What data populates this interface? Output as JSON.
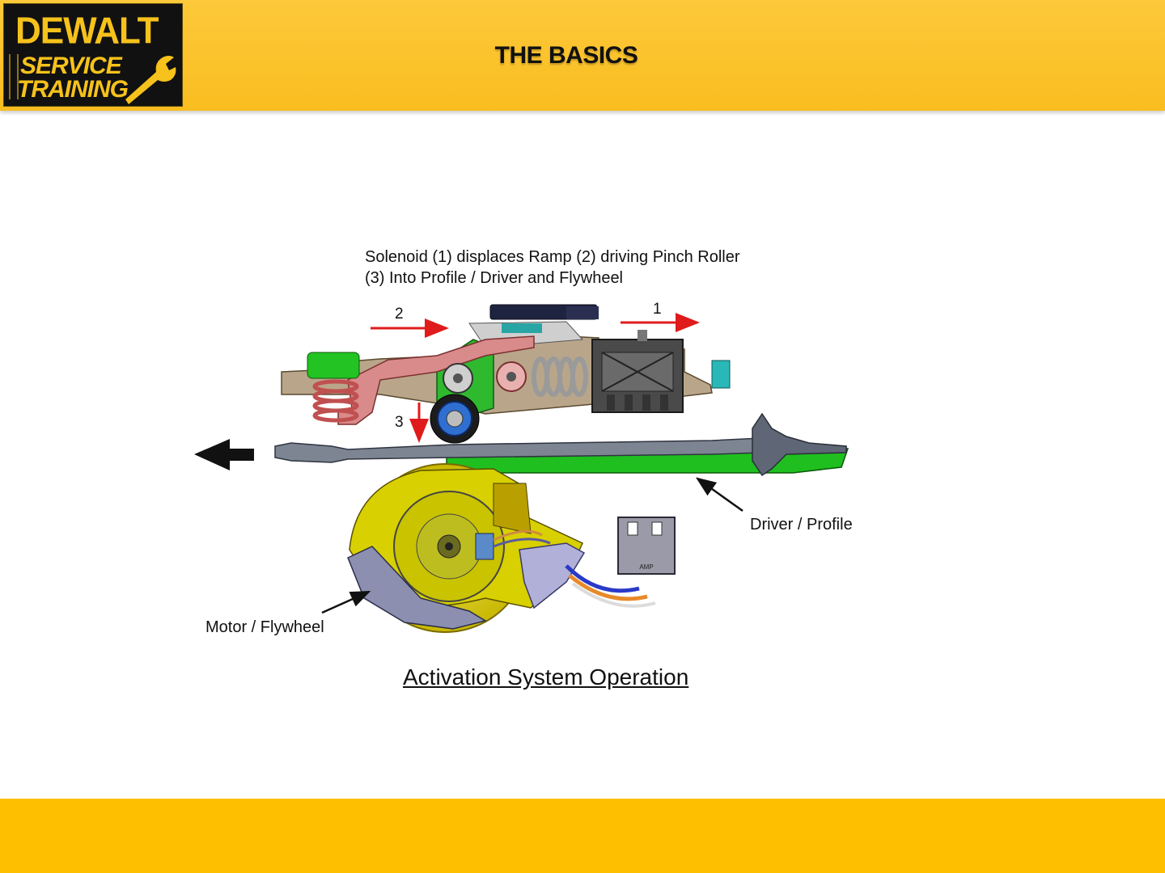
{
  "header": {
    "logo_brand": "DEWALT",
    "logo_line1": "SERVICE",
    "logo_line2": "TRAINING",
    "title": "THE BASICS"
  },
  "caption": {
    "line1": "Solenoid (1) displaces Ramp (2) driving Pinch Roller",
    "line2": "(3) Into Profile / Driver and Flywheel"
  },
  "markers": {
    "one": "1",
    "two": "2",
    "three": "3"
  },
  "labels": {
    "driver_profile": "Driver / Profile",
    "motor_flywheel": "Motor / Flywheel",
    "connector_mark": "AMP"
  },
  "diagram_title": "Activation System Operation",
  "colors": {
    "header_yellow": "#f9bd1f",
    "footer_yellow": "#fdbf00",
    "arrow_red": "#e01b1b",
    "flywheel_yellow": "#d4cc00",
    "profile_green": "#1fbf1f",
    "ramp_pink": "#d98a8a"
  }
}
